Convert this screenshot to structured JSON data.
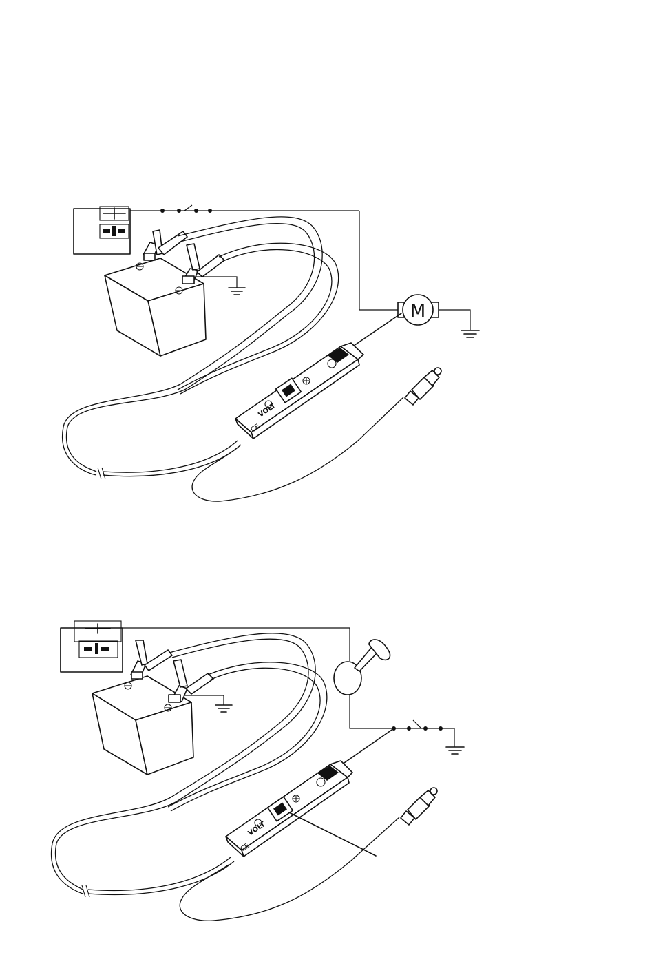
{
  "figures": [
    {
      "id": "motor-circuit",
      "indicator_symbols": [
        "+",
        "−"
      ],
      "probe_labels": [
        "VOLT"
      ],
      "motor_label": "M"
    },
    {
      "id": "horn-circuit",
      "indicator_symbols": [
        "+",
        "−"
      ],
      "probe_labels": [
        "VOLT"
      ]
    }
  ],
  "icons": [
    "battery-icon",
    "ground-symbol-icon",
    "switch-icon",
    "motor-icon",
    "horn-icon",
    "power-probe-icon",
    "ce-mark-icon"
  ]
}
